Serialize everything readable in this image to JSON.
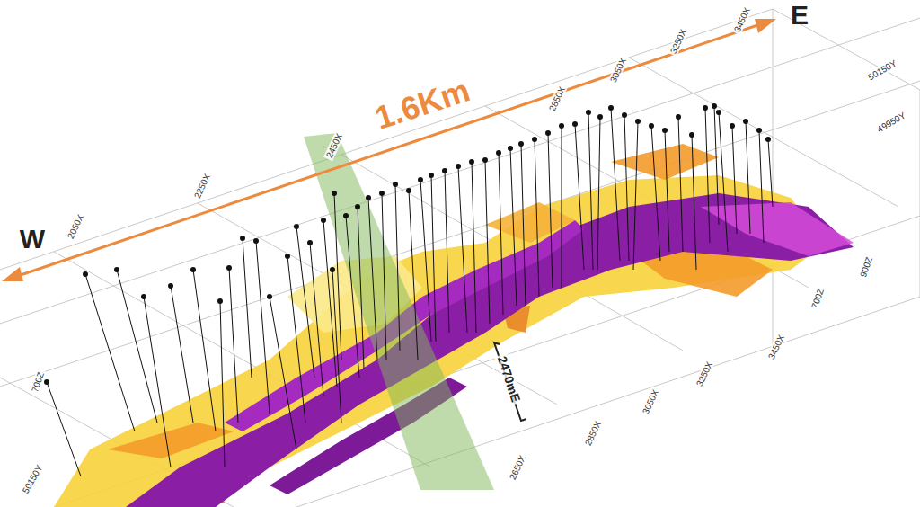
{
  "diagram": {
    "labels": [
      "W",
      "E",
      "1.6Km",
      "2470mE",
      "3450X",
      "3250X",
      "3050X",
      "2850X",
      "2450X",
      "2250X",
      "2050X",
      "50150Y",
      "49950Y",
      "900Z",
      "700Z",
      "3450X",
      "3250X",
      "3050X",
      "2850X",
      "2650X",
      "700Z",
      "50150Y"
    ]
  }
}
